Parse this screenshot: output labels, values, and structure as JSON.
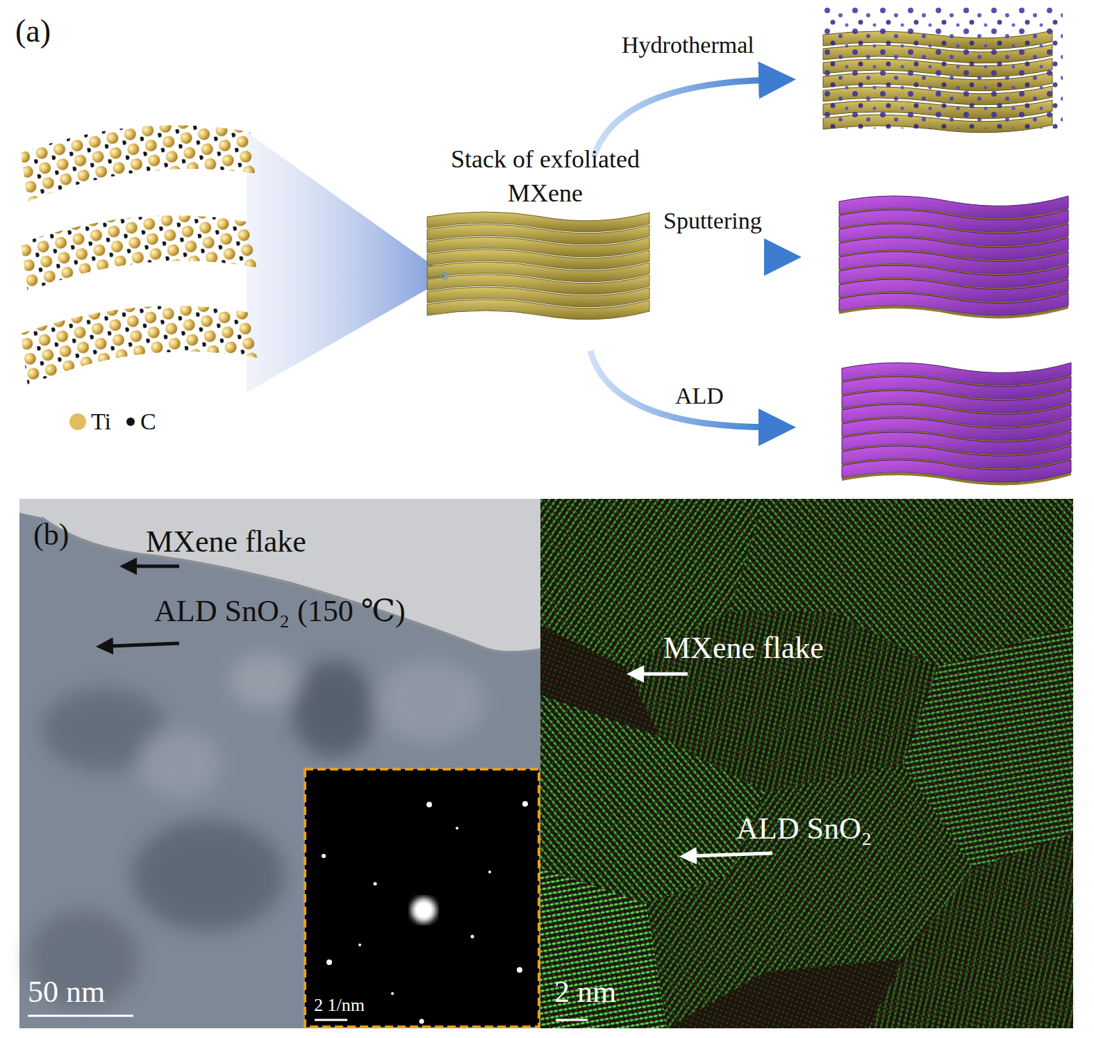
{
  "diagram": {
    "labels": [
      "(a)",
      "Hydrothermal",
      "Stack of exfoliated MXene",
      "Sputtering",
      "ALD",
      "(b)",
      "MXene flake",
      "ALD SnO₂ (150 ℃)",
      "50 nm",
      "2 1/nm",
      "MXene flake",
      "ALD SnO₂",
      "2 nm"
    ],
    "legend": [
      {
        "text": "Ti",
        "color": "#e2bd5c"
      },
      {
        "text": "C",
        "color": "#111111"
      }
    ]
  }
}
